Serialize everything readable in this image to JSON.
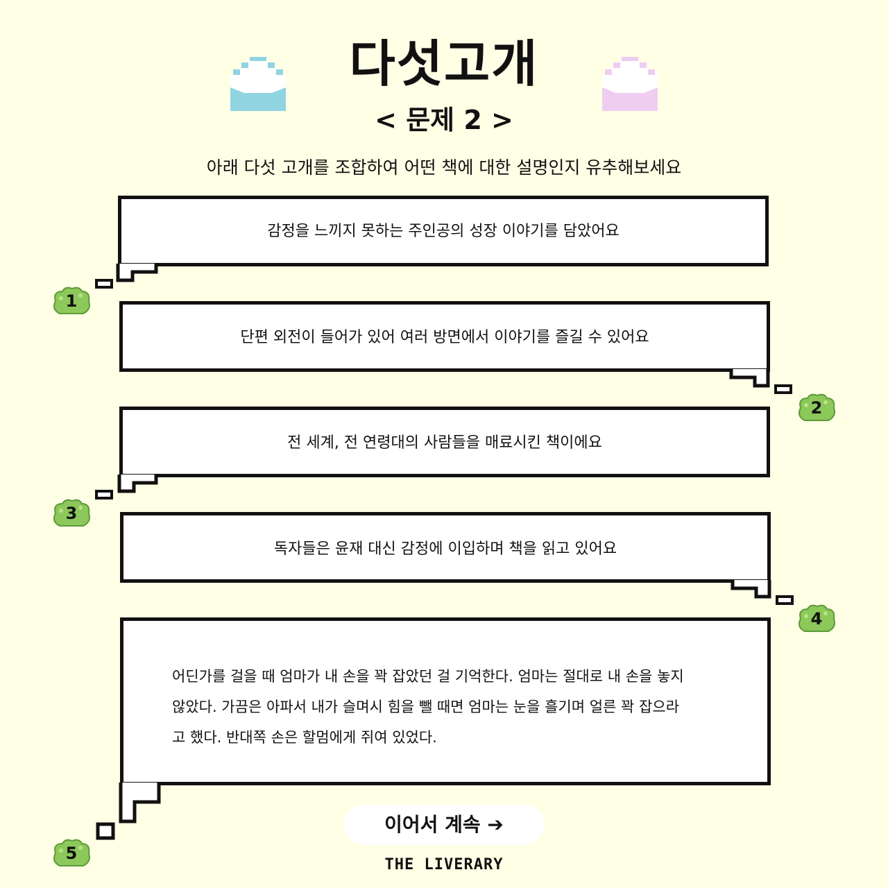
{
  "header": {
    "title": "다섯고개",
    "subtitle": "< 문제 2 >",
    "instruction": "아래 다섯 고개를 조합하여 어떤 책에 대한 설명인지 유추해보세요"
  },
  "hints": [
    {
      "number": "1",
      "text": "감정을 느끼지 못하는 주인공의 성장 이야기를 담았어요"
    },
    {
      "number": "2",
      "text": "단편 외전이 들어가 있어 여러 방면에서 이야기를 즐길 수 있어요"
    },
    {
      "number": "3",
      "text": "전 세계, 전 연령대의 사람들을 매료시킨 책이에요"
    },
    {
      "number": "4",
      "text": "독자들은 윤재 대신 감정에 이입하며 책을 읽고 있어요"
    },
    {
      "number": "5",
      "lines": [
        "어딘가를 걸을 때 엄마가 내 손을 꽉 잡았던 걸 기억한다. 엄마는 절대로 내 손을 놓지",
        "않았다. 가끔은 아파서 내가 슬며시 힘을 뺄 때면 엄마는 눈을 흘기며 얼른 꽉 잡으라",
        "고 했다. 반대쪽 손은 할멈에게 쥐여 있었다."
      ]
    }
  ],
  "cta": {
    "label": "이어서 계속 ➔"
  },
  "brand": "THE LIVERARY",
  "colors": {
    "background": "#ffffe6",
    "envelope_left": "#90d4e2",
    "envelope_right": "#efcdf0",
    "bush": "#8cc85a",
    "bush_dark": "#5e9a3c"
  }
}
